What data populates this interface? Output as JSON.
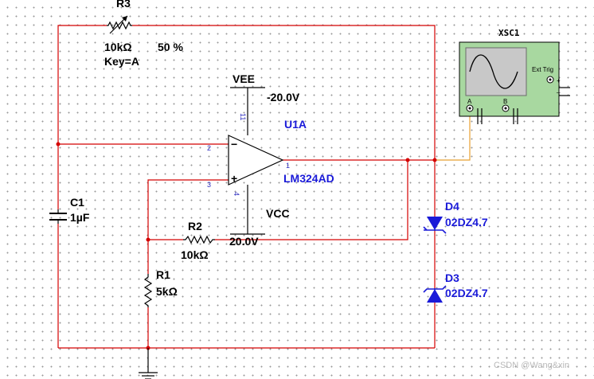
{
  "components": {
    "r3": {
      "ref": "R3",
      "value": "10kΩ",
      "percent": "50 %",
      "key": "Key=A"
    },
    "veе_placeholder": null,
    "vee": {
      "label": "VEE",
      "voltage": "-20.0V"
    },
    "vcc": {
      "label": "VCC",
      "voltage": "20.0V"
    },
    "u1a": {
      "ref": "U1A",
      "part": "LM324AD",
      "pin_in_neg": "2",
      "pin_in_pos": "3",
      "pin_out": "1",
      "pin_v_neg": "11",
      "pin_v_pos": "4",
      "sym_neg": "−",
      "sym_pos": "+"
    },
    "c1": {
      "ref": "C1",
      "value": "1µF"
    },
    "r2": {
      "ref": "R2",
      "value": "10kΩ"
    },
    "r1": {
      "ref": "R1",
      "value": "5kΩ"
    },
    "d4": {
      "ref": "D4",
      "part": "02DZ4.7"
    },
    "d3": {
      "ref": "D3",
      "part": "02DZ4.7"
    }
  },
  "scope": {
    "title": "XSC1",
    "ext_trig": "Ext Trig",
    "ch_a": "A",
    "ch_b": "B",
    "sym_plus": "+",
    "sym_minus": "_"
  },
  "colors": {
    "wire": "#d40000",
    "probe_wire": "#e8a030",
    "label_blue": "#1a1ad8",
    "scope_body": "#a8d8a0",
    "scope_screen": "#c8c8c8"
  },
  "watermark": "CSDN @Wang&xin"
}
